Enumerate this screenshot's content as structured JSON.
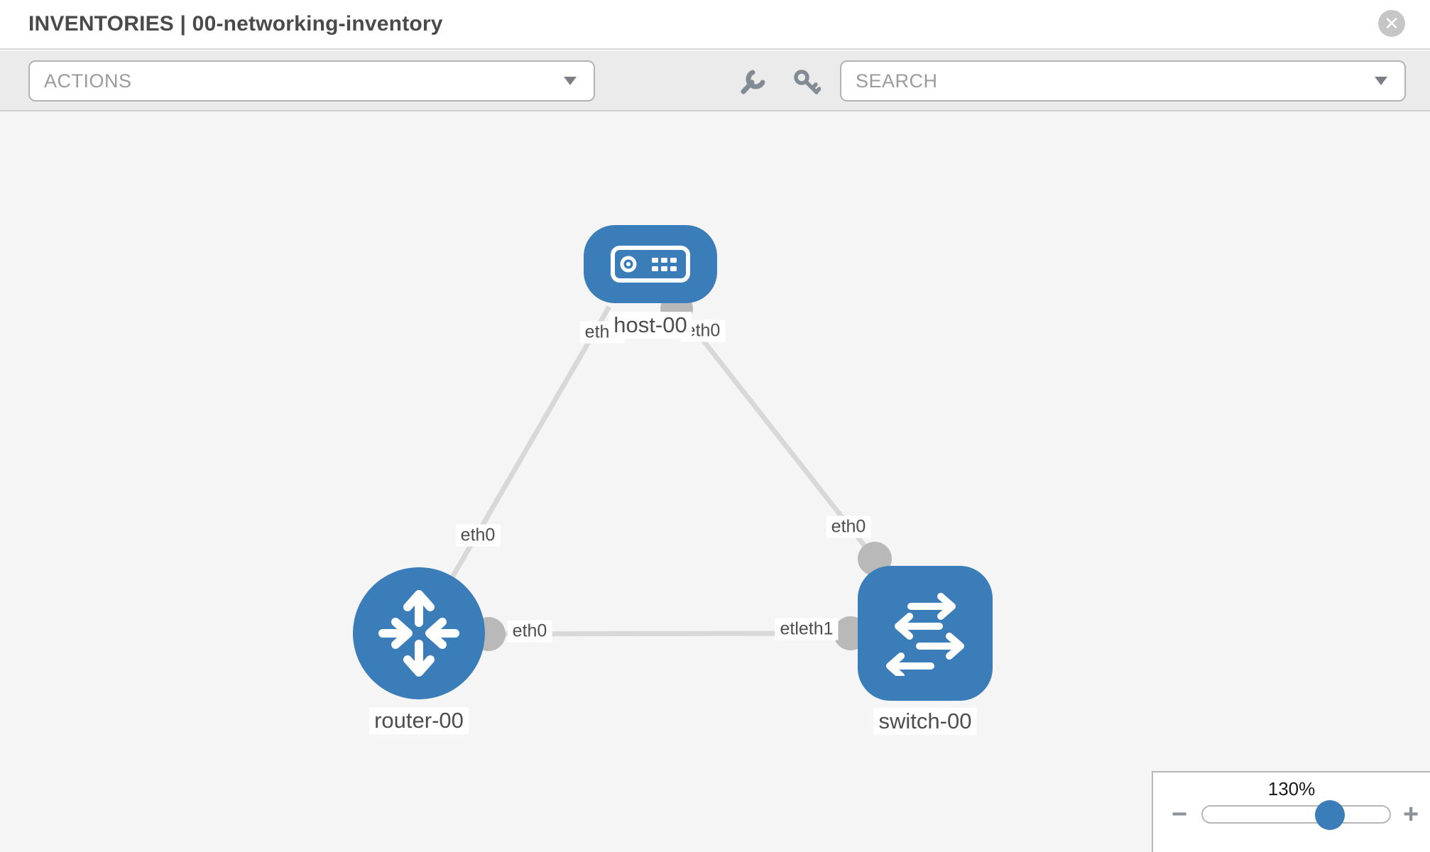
{
  "header": {
    "title": "INVENTORIES | 00-networking-inventory"
  },
  "toolbar": {
    "actions_label": "ACTIONS",
    "search_placeholder": "SEARCH"
  },
  "diagram": {
    "nodes": [
      {
        "id": "host-00",
        "label": "host-00",
        "type": "host"
      },
      {
        "id": "router-00",
        "label": "router-00",
        "type": "router"
      },
      {
        "id": "switch-00",
        "label": "switch-00",
        "type": "switch"
      }
    ],
    "iface_labels": [
      {
        "text": "eth0",
        "near": "host-left"
      },
      {
        "text": "eth0",
        "near": "host-right"
      },
      {
        "text": "eth0",
        "near": "router-top-link"
      },
      {
        "text": "eth0",
        "near": "switch-top-link"
      },
      {
        "text": "eth0",
        "near": "router-switch-link-router-end"
      },
      {
        "text": "etleth1",
        "near": "router-switch-link-switch-end"
      }
    ],
    "edges": [
      {
        "from": "host-00",
        "to": "router-00"
      },
      {
        "from": "host-00",
        "to": "switch-00"
      },
      {
        "from": "router-00",
        "to": "switch-00"
      }
    ]
  },
  "zoom_control": {
    "level": "130%",
    "minus_label": "−",
    "plus_label": "+"
  },
  "colors": {
    "node_blue": "#3b7db8",
    "link_gray": "#d8d8d8",
    "iface_dot_gray": "#b9b9b9",
    "canvas_bg": "#f5f5f5",
    "toolbar_bg": "#ebebeb"
  }
}
